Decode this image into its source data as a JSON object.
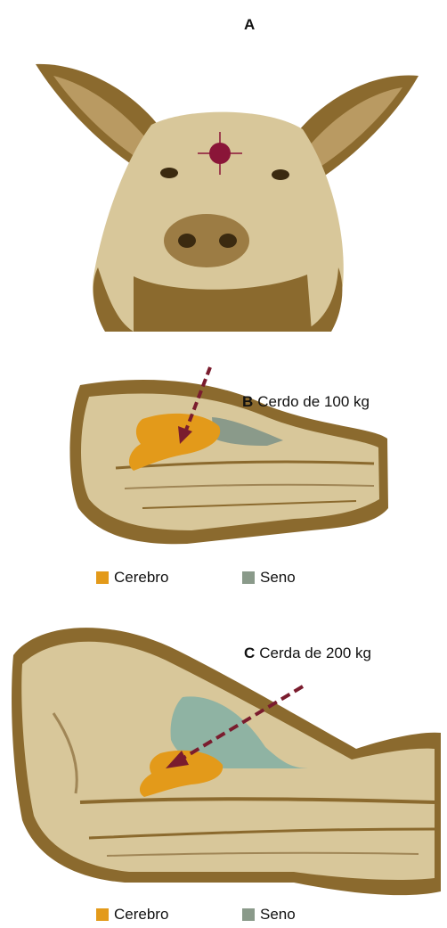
{
  "panel_a": {
    "letter": "A"
  },
  "panel_b": {
    "letter": "B",
    "caption": "Cerdo de 100 kg",
    "legend": [
      {
        "label": "Cerebro",
        "color": "#e39a1a"
      },
      {
        "label": "Seno",
        "color": "#8a9a8a"
      }
    ]
  },
  "panel_c": {
    "letter": "C",
    "caption": "Cerda de 200 kg",
    "legend": [
      {
        "label": "Cerebro",
        "color": "#e39a1a"
      },
      {
        "label": "Seno",
        "color": "#8a9a8a"
      }
    ]
  },
  "colors": {
    "skin_dark": "#8b6a2e",
    "skin_light": "#d8c79a",
    "brain": "#e39a1a",
    "sinus": "#8fb3a3",
    "target": "#8a1538",
    "arrow": "#7a1c2e"
  }
}
